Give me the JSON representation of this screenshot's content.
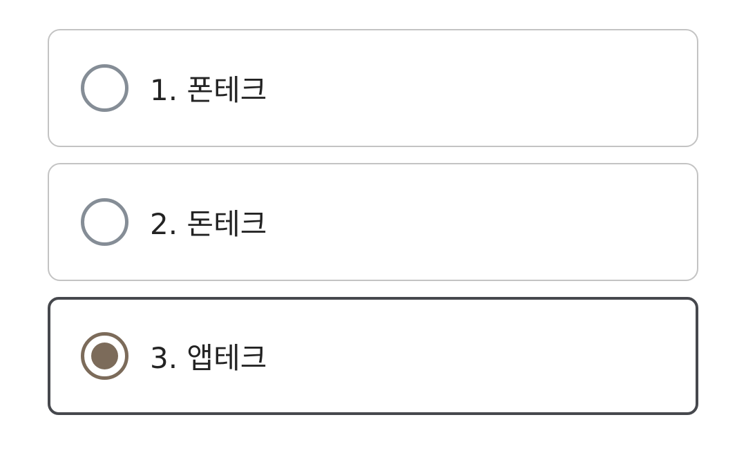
{
  "options": [
    {
      "label": "1. 폰테크",
      "selected": false
    },
    {
      "label": "2. 돈테크",
      "selected": false
    },
    {
      "label": "3. 앱테크",
      "selected": true
    }
  ],
  "colors": {
    "unselected_border": "#c3c3c3",
    "selected_border": "#46484d",
    "radio_unselected": "#858d96",
    "radio_selected": "#7c6b5a",
    "text": "#232323"
  },
  "icons": {
    "radio_unselected": "radio-unselected-icon",
    "radio_selected": "radio-selected-icon"
  }
}
